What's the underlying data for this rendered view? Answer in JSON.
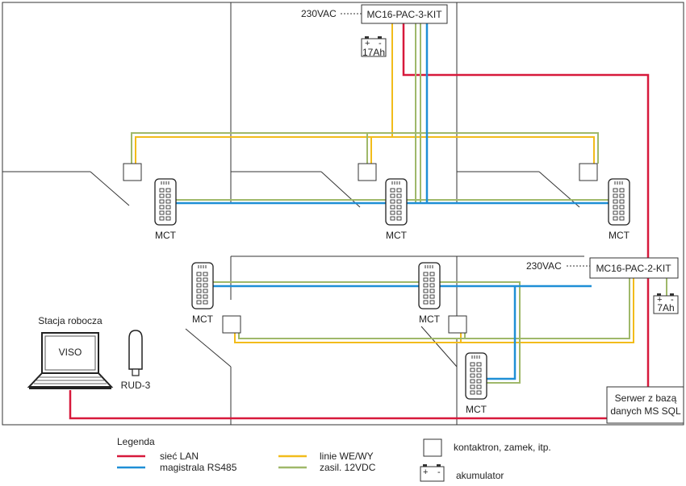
{
  "colors": {
    "lan": "#d7193b",
    "rs485": "#1f8fd6",
    "io": "#f2bc1b",
    "power": "#9fb86a",
    "wall": "#333333"
  },
  "controllers": {
    "top": {
      "label": "MC16-PAC-3-KIT",
      "power": "230VAC",
      "battery": "17Ah"
    },
    "right": {
      "label": "MC16-PAC-2-KIT",
      "power": "230VAC",
      "battery": "7Ah"
    }
  },
  "readers": {
    "label": "MCT"
  },
  "workstation": {
    "title": "Stacja robocza",
    "screen": "VISO",
    "reader": "RUD-3"
  },
  "server": {
    "line1": "Serwer z bazą",
    "line2": "danych MS SQL"
  },
  "legend": {
    "title": "Legenda",
    "lan": "sieć LAN",
    "rs485": "magistrala RS485",
    "io": "linie WE/WY",
    "power": "zasil. 12VDC",
    "contact": "kontaktron, zamek, itp.",
    "battery": "akumulator",
    "battery_plus": "+",
    "battery_minus": "-"
  }
}
